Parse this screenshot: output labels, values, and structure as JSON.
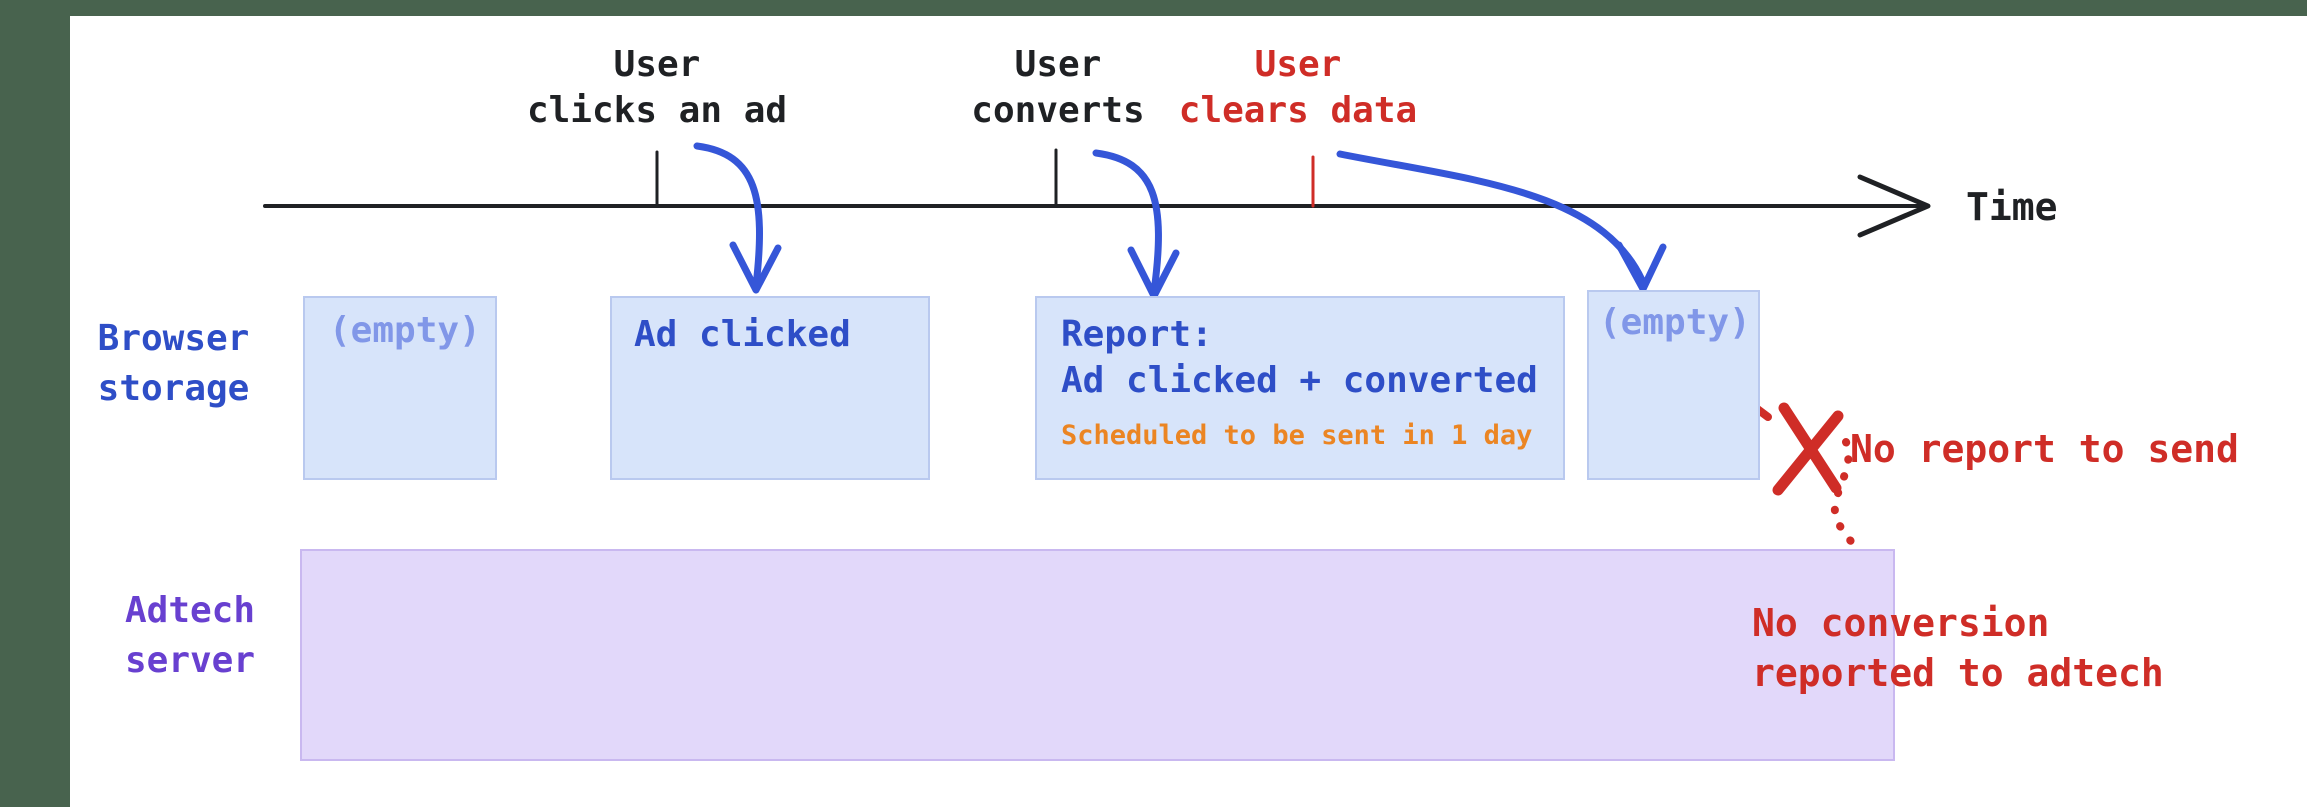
{
  "colors": {
    "frame": "#48634e",
    "ink": "#1f2124",
    "red": "#cf2d27",
    "blue_text": "#2e4ec7",
    "empty_text": "#8197e8",
    "orange_text": "#eb8523",
    "purple_text": "#6840d0",
    "arrow_blue": "#3556d8",
    "blue_box_fill": "#d7e4fa",
    "blue_box_border": "#b9c9ef",
    "purple_box_fill": "#e2d8fa",
    "purple_box_border": "#c9b8f0"
  },
  "timeline": {
    "axis_label": "Time",
    "events": [
      {
        "line1": "User",
        "line2": "clicks an ad"
      },
      {
        "line1": "User",
        "line2": "converts"
      },
      {
        "line1": "User",
        "line2": "clears data"
      }
    ]
  },
  "storage_row": {
    "label_line1": "Browser",
    "label_line2": "storage",
    "boxes": [
      {
        "text": "(empty)"
      },
      {
        "text": "Ad clicked"
      },
      {
        "title": "Report:",
        "subtitle": "Ad clicked + converted",
        "note": "Scheduled to be sent in 1 day"
      },
      {
        "text": "(empty)"
      }
    ]
  },
  "server_row": {
    "label_line1": "Adtech",
    "label_line2": "server"
  },
  "annotations": {
    "no_report": "No report to send",
    "no_conversion_line1": "No conversion",
    "no_conversion_line2": "reported to adtech"
  }
}
